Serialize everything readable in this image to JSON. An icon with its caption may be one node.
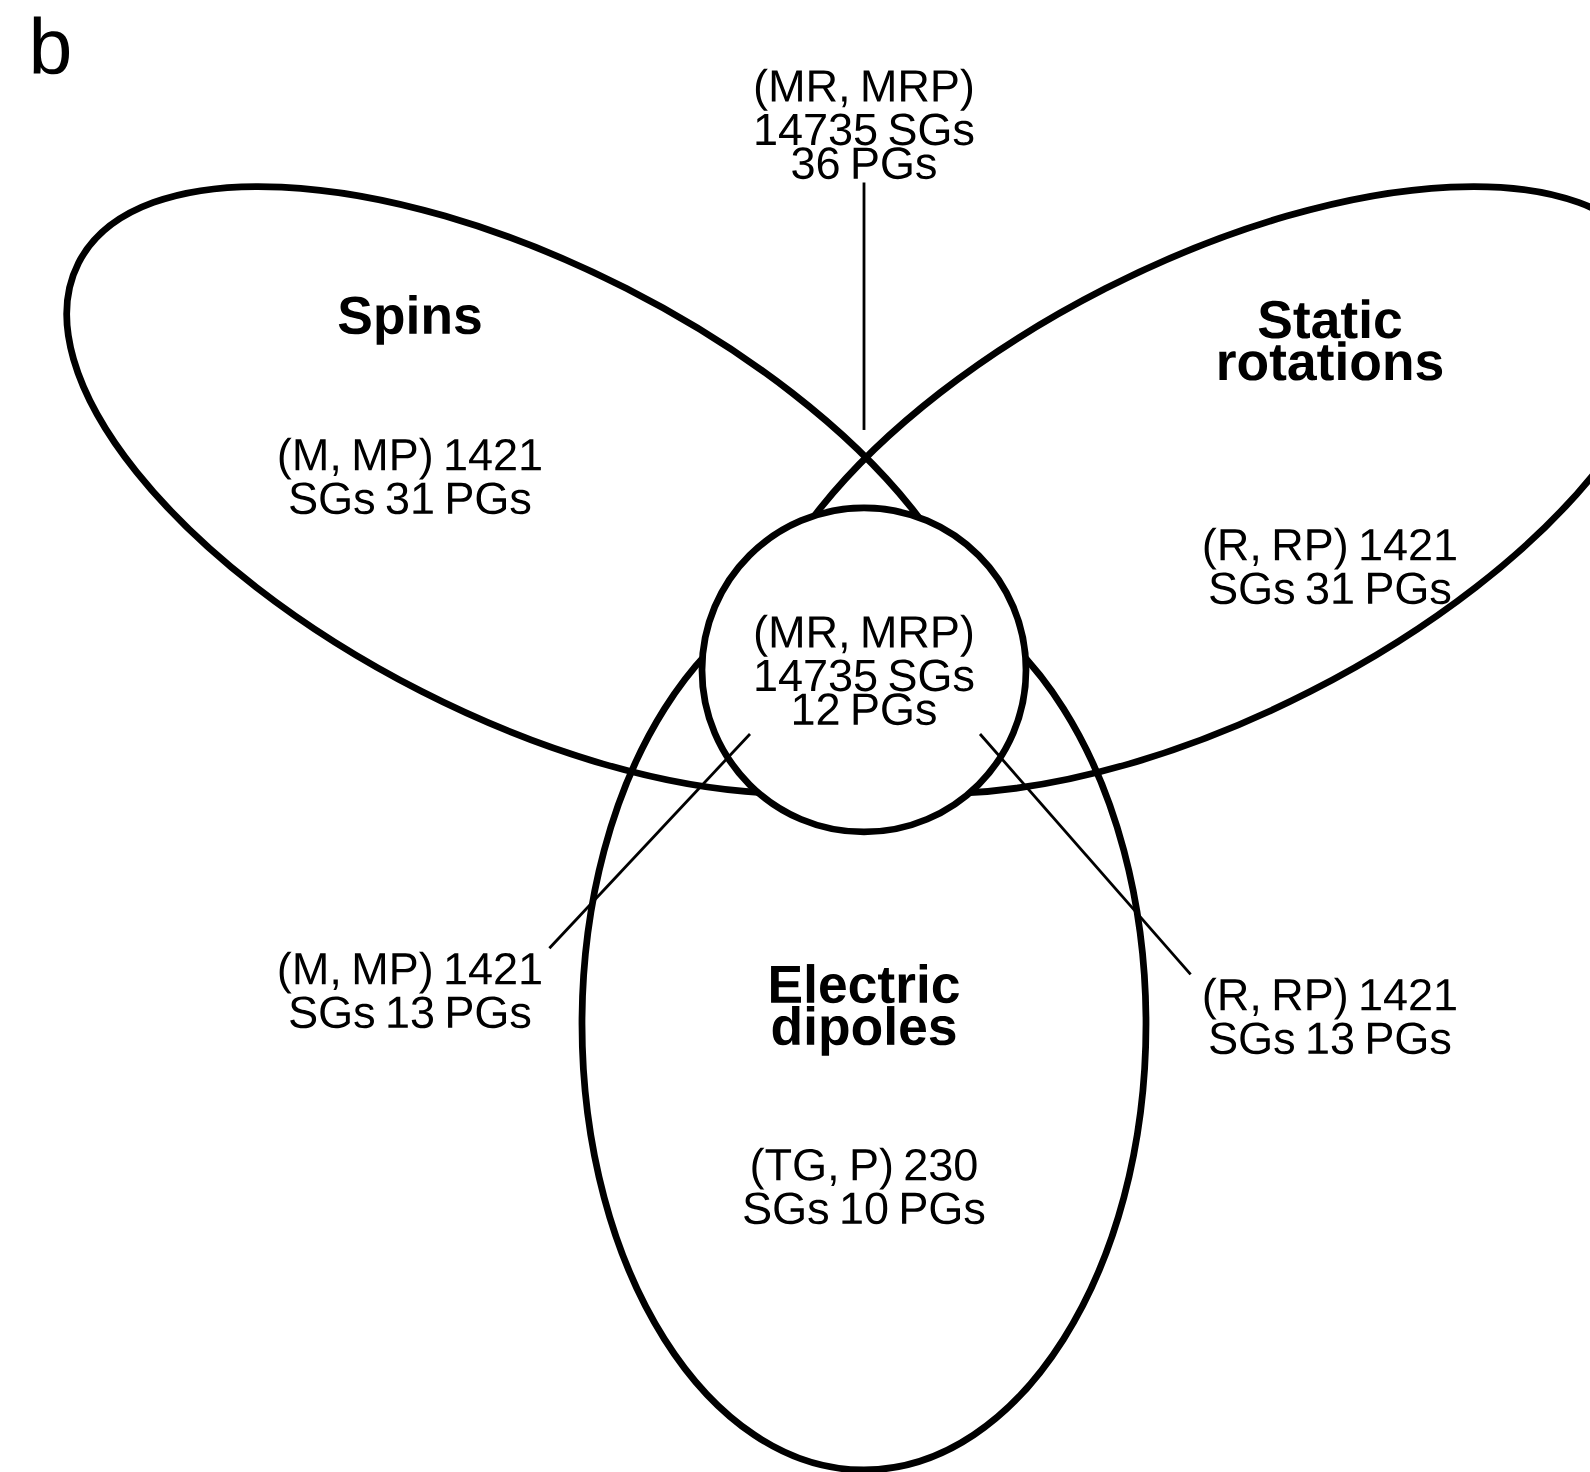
{
  "diagram": {
    "nodes": [
      {
        "text": [
          "Spins",
          "(M, MP) 1421 SGs 31 PGs"
        ]
      },
      {
        "text": [
          "Static rotations",
          "(R, RP) 1421 SGs 31 PGs"
        ]
      },
      {
        "text": [
          "Electric dipoles",
          "(TG, P) 230 SGs 10 PGs"
        ]
      },
      {
        "text": [
          "(MR, MRP) 14735 SGs 12 PGs"
        ]
      },
      {
        "text": [
          "(MR, MRP) 14735 SGs 36 PGs"
        ]
      },
      {
        "text": [
          "(M, MP) 1421 SGs 13 PGs"
        ]
      },
      {
        "text": [
          "(R, RP) 1421 SGs 13 PGs"
        ]
      }
    ],
    "edges": [
      {
        "from": 4,
        "to": 0,
        "arrow": "none"
      },
      {
        "from": 5,
        "to": 3,
        "arrow": "none"
      },
      {
        "from": 6,
        "to": 3,
        "arrow": "none"
      }
    ],
    "labels": [
      "b"
    ]
  }
}
